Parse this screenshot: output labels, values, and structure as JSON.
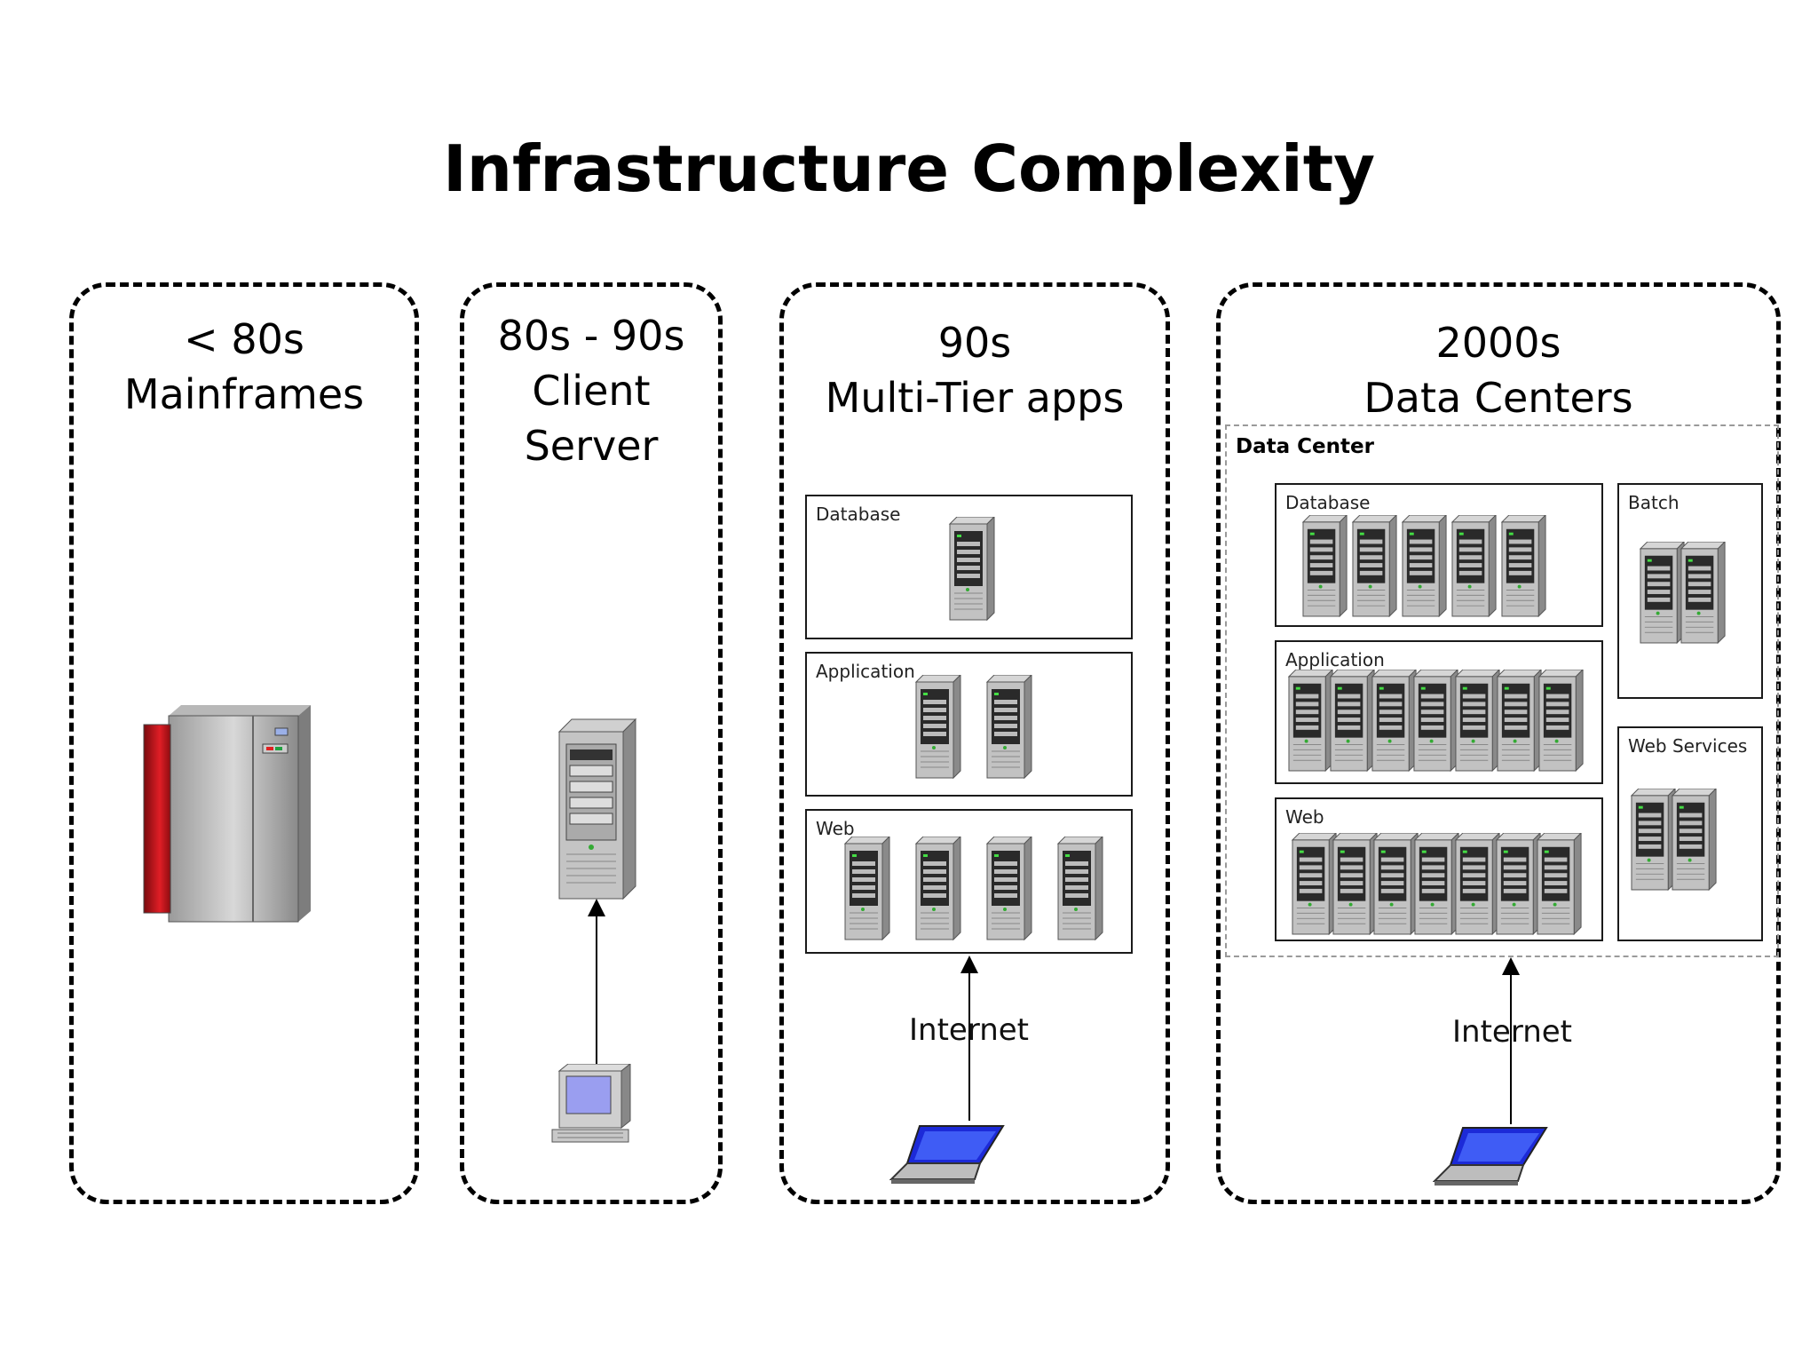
{
  "title": "Infrastructure Complexity",
  "columns": [
    {
      "era": "< 80s",
      "name": "Mainframes"
    },
    {
      "era": "80s - 90s",
      "name_line1": "Client",
      "name_line2": "Server"
    },
    {
      "era": "90s",
      "name": "Multi-Tier apps",
      "tiers": [
        {
          "label": "Database",
          "servers": 1
        },
        {
          "label": "Application",
          "servers": 2
        },
        {
          "label": "Web",
          "servers": 4
        }
      ],
      "internet": "Internet"
    },
    {
      "era": "2000s",
      "name": "Data Centers",
      "dc_label": "Data Center",
      "tiers": [
        {
          "label": "Database",
          "servers": 5
        },
        {
          "label": "Application",
          "servers": 7
        },
        {
          "label": "Web",
          "servers": 7
        },
        {
          "label": "Batch",
          "servers": 2
        },
        {
          "label": "Web Services",
          "servers": 2
        }
      ],
      "internet": "Internet"
    }
  ],
  "icons": [
    "mainframe-icon",
    "server-tower-icon",
    "desktop-pc-icon",
    "server-icon",
    "laptop-icon"
  ],
  "colors": {
    "mainframe_red": "#c8141e",
    "server_gray": "#a8a8a8",
    "screen_blue": "#2a3ff0"
  }
}
